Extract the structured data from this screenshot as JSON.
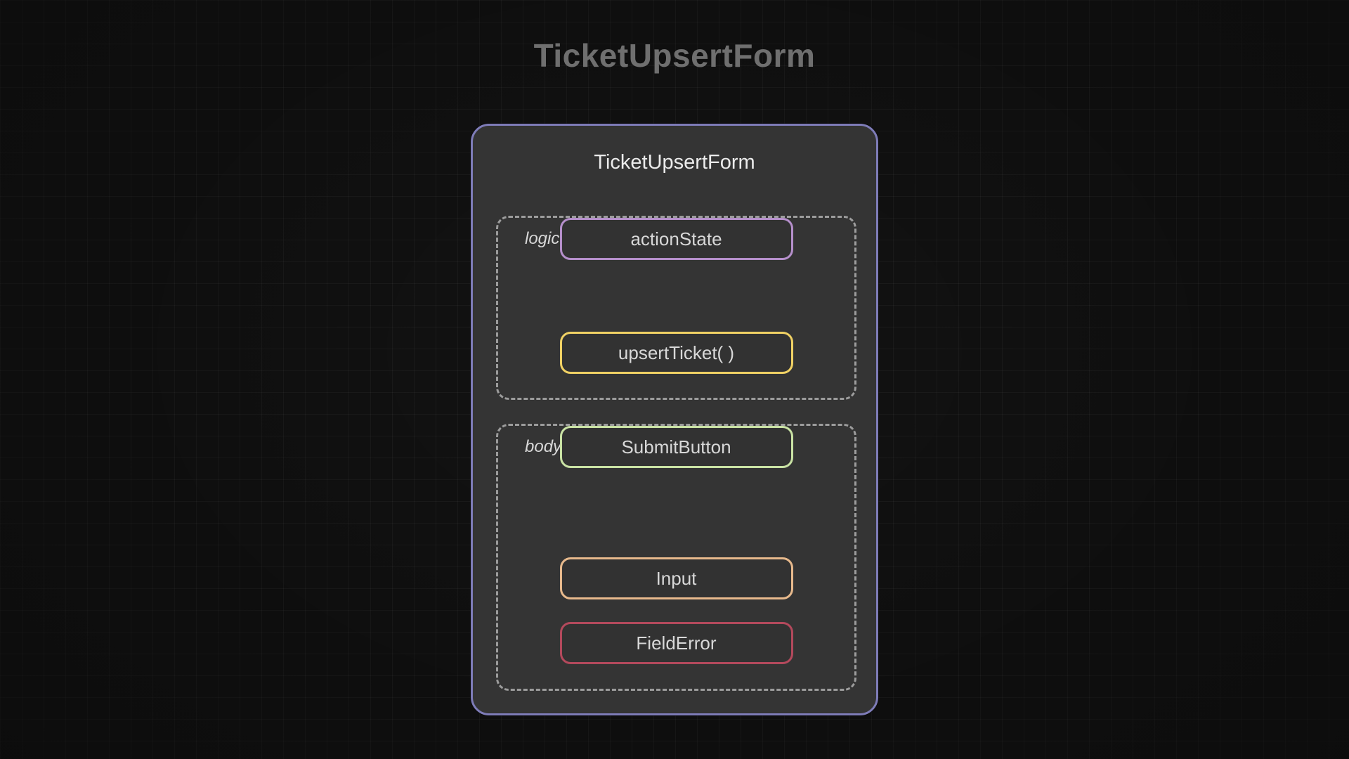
{
  "page_title": "TicketUpsertForm",
  "canvas": {
    "background_color": "#131313",
    "grid_line_color": "#1e1e1e"
  },
  "diagram": {
    "root": {
      "title": "TicketUpsertForm",
      "border_color": "#7e7cb8",
      "background_color": "#343434"
    },
    "sections": [
      {
        "label": "logic",
        "border_style": "dashed",
        "border_color": "#9c9c9c",
        "items": [
          {
            "label": "upsertTicket( )",
            "border_color": "#f0d164"
          },
          {
            "label": "actionState",
            "border_color": "#b58fcb"
          }
        ]
      },
      {
        "label": "body",
        "border_style": "dashed",
        "border_color": "#9c9c9c",
        "items": [
          {
            "label": "Input",
            "border_color": "#e7b98c"
          },
          {
            "label": "FieldError",
            "border_color": "#b3495c"
          },
          {
            "label": "SubmitButton",
            "border_color": "#c9e2a4"
          }
        ]
      }
    ]
  }
}
